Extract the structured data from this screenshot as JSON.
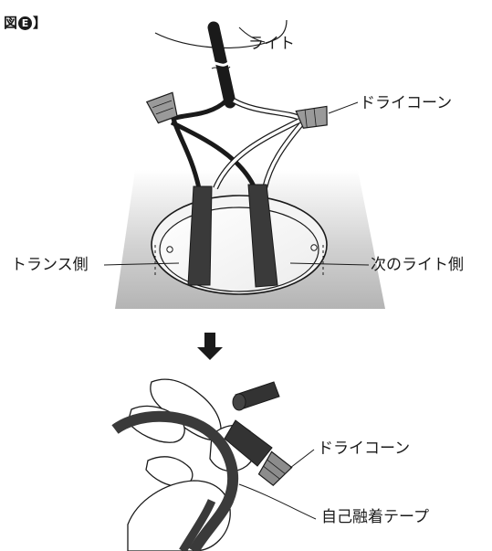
{
  "figure": {
    "prefix": "図",
    "badge": "E",
    "suffix": "】"
  },
  "labels": {
    "light": "ライト",
    "dry_cone_top": "ドライコーン",
    "trans_side": "トランス側",
    "next_light_side": "次のライト側",
    "dry_cone_bottom": "ドライコーン",
    "tape": "自己融着テープ"
  }
}
